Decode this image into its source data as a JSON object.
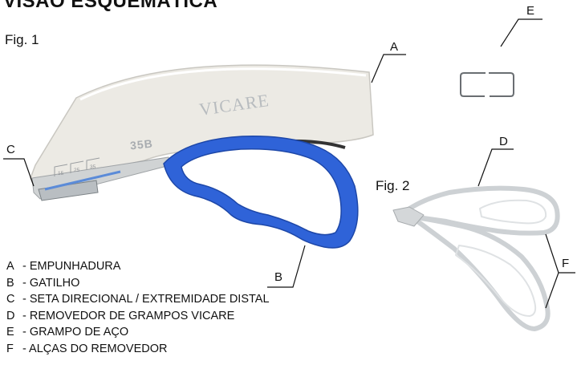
{
  "title": "VISÃO ESQUEMÁTICA",
  "figures": {
    "fig1": "Fig. 1",
    "fig2": "Fig. 2"
  },
  "callouts": {
    "A": "A",
    "B": "B",
    "C": "C",
    "D": "D",
    "E": "E",
    "F": "F"
  },
  "device": {
    "brand": "VICARE",
    "model": "35B"
  },
  "legend": [
    {
      "key": "A",
      "text": "- EMPUNHADURA"
    },
    {
      "key": "B",
      "text": "- GATILHO"
    },
    {
      "key": "C",
      "text": "- SETA DIRECIONAL / EXTREMIDADE DISTAL"
    },
    {
      "key": "D",
      "text": "- REMOVEDOR DE GRAMPOS VICARE"
    },
    {
      "key": "E",
      "text": "- GRAMPO DE AÇO"
    },
    {
      "key": "F",
      "text": "- ALÇAS DO REMOVEDOR"
    }
  ],
  "colors": {
    "trigger": "#2f63d8",
    "body": "#eceae4",
    "remover": "#d7dadc"
  }
}
